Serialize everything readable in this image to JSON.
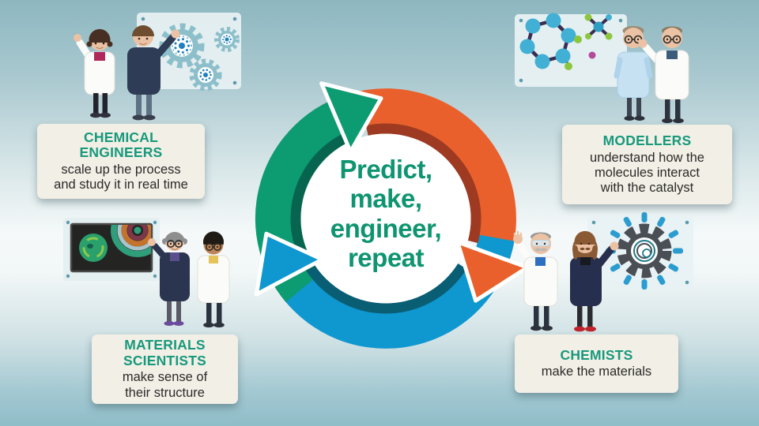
{
  "center": {
    "lines": [
      "Predict,",
      "make,",
      "engineer,",
      "repeat"
    ]
  },
  "groups": [
    {
      "id": "chemical-engineers",
      "title_lines": [
        "CHEMICAL",
        "ENGINEERS"
      ],
      "desc_lines": [
        "scale up the process",
        "and study it in real time"
      ],
      "illustration": "two-scientists-waving-at-gears-board"
    },
    {
      "id": "modellers",
      "title_lines": [
        "MODELLERS"
      ],
      "desc_lines": [
        "understand how the",
        "molecules interact",
        "with the catalyst"
      ],
      "illustration": "two-scientists-with-molecule-model-board"
    },
    {
      "id": "materials-scientists",
      "title_lines": [
        "MATERIALS",
        "SCIENTISTS"
      ],
      "desc_lines": [
        "make sense of",
        "their structure"
      ],
      "illustration": "two-scientists-with-microscopy-screen"
    },
    {
      "id": "chemists",
      "title_lines": [
        "CHEMISTS"
      ],
      "desc_lines": [
        "make the materials"
      ],
      "illustration": "two-scientists-with-turbine-structure-board"
    }
  ],
  "cycle": {
    "direction": "clockwise",
    "segments": [
      "green",
      "orange",
      "blue"
    ]
  },
  "colors": {
    "bg_teal": "#8fb9c3",
    "ring_green": "#0d9b72",
    "ring_green_dark": "#07654f",
    "ring_orange": "#e9602c",
    "ring_orange_dark": "#9e3a22",
    "ring_blue": "#0f97cf",
    "ring_blue_dark": "#0a5e74",
    "center_text": "#0f9471",
    "box_bg": "#f2efe6",
    "heading_green": "#17997c",
    "body_text": "#2b2a28"
  }
}
